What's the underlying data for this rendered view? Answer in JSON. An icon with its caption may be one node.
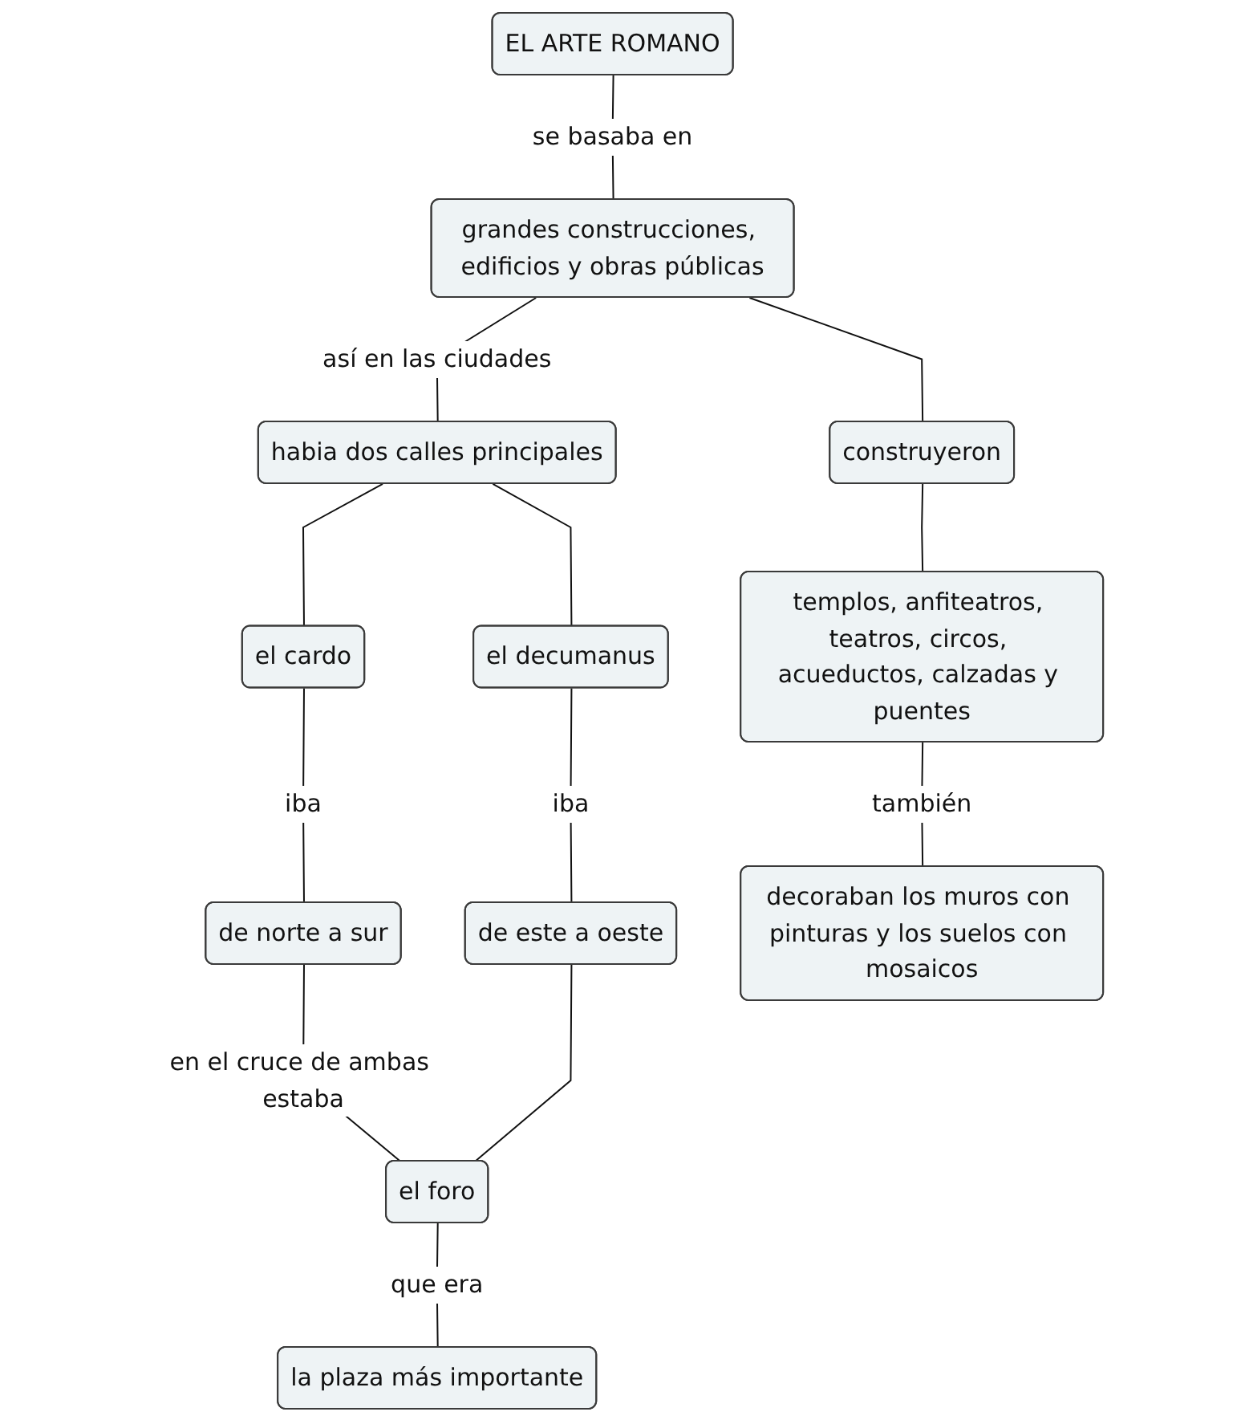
{
  "diagram": {
    "nodes": [
      {
        "text": [
          "EL ARTE ROMANO"
        ]
      },
      {
        "text": [
          "grandes construcciones, edificios y obras públicas"
        ]
      },
      {
        "text": [
          "habia dos calles principales"
        ]
      },
      {
        "text": [
          "construyeron"
        ]
      },
      {
        "text": [
          "el cardo"
        ]
      },
      {
        "text": [
          "el decumanus"
        ]
      },
      {
        "text": [
          "templos, anfiteatros, teatros, circos, acueductos, calzadas y puentes"
        ]
      },
      {
        "text": [
          "de norte a sur"
        ]
      },
      {
        "text": [
          "de este a oeste"
        ]
      },
      {
        "text": [
          "decoraban los muros con pinturas y los suelos con mosaicos"
        ]
      },
      {
        "text": [
          "el foro"
        ]
      },
      {
        "text": [
          "la plaza más importante"
        ]
      }
    ],
    "edges": [
      {
        "from": 0,
        "to": 1,
        "arrow": "none",
        "label": "se basaba en"
      },
      {
        "from": 1,
        "to": 2,
        "arrow": "none",
        "label": "así en las ciudades"
      },
      {
        "from": 1,
        "to": 3,
        "arrow": "none"
      },
      {
        "from": 2,
        "to": 4,
        "arrow": "none"
      },
      {
        "from": 2,
        "to": 5,
        "arrow": "none"
      },
      {
        "from": 3,
        "to": 6,
        "arrow": "none"
      },
      {
        "from": 4,
        "to": 7,
        "arrow": "none",
        "label": "iba"
      },
      {
        "from": 5,
        "to": 8,
        "arrow": "none",
        "label": "iba"
      },
      {
        "from": 6,
        "to": 9,
        "arrow": "none",
        "label": "también"
      },
      {
        "from": 7,
        "to": 10,
        "arrow": "none",
        "label": "en el cruce de ambas estaba"
      },
      {
        "from": 8,
        "to": 10,
        "arrow": "none"
      },
      {
        "from": 10,
        "to": 11,
        "arrow": "none",
        "label": "que era"
      }
    ]
  }
}
